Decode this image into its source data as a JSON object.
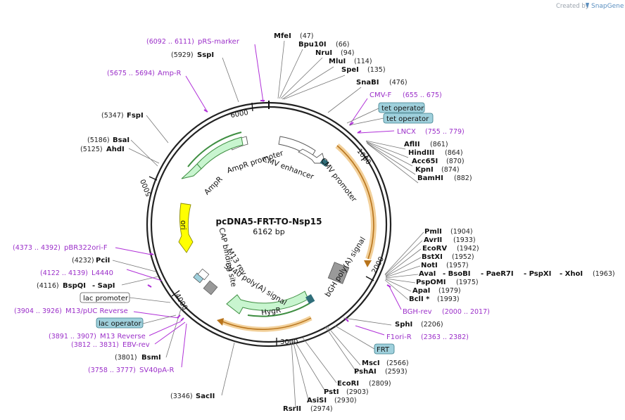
{
  "plasmid": {
    "name": "pcDNA5-FRT-TO-Nsp15",
    "length": "6162 bp"
  },
  "credit": {
    "prefix": "Created by",
    "brand": "SnapGene"
  },
  "ticks": [
    "1000",
    "2000",
    "3000",
    "4000",
    "5000",
    "6000"
  ],
  "enzymes": {
    "MfeI": {
      "name": "MfeI",
      "pos": "(47)"
    },
    "Bpu10I": {
      "name": "Bpu10I",
      "pos": "(66)"
    },
    "NruI": {
      "name": "NruI",
      "pos": "(94)"
    },
    "MluI": {
      "name": "MluI",
      "pos": "(114)"
    },
    "SpeI": {
      "name": "SpeI",
      "pos": "(135)"
    },
    "SnaBI": {
      "name": "SnaBI",
      "pos": "(476)"
    },
    "AflII": {
      "name": "AflII",
      "pos": "(861)"
    },
    "HindIII": {
      "name": "HindIII",
      "pos": "(864)"
    },
    "Acc65I": {
      "name": "Acc65I",
      "pos": "(870)"
    },
    "KpnI": {
      "name": "KpnI",
      "pos": "(874)"
    },
    "BamHI": {
      "name": "BamHI",
      "pos": "(882)"
    },
    "PmlI": {
      "name": "PmlI",
      "pos": "(1904)"
    },
    "AvrII": {
      "name": "AvrII",
      "pos": "(1933)"
    },
    "EcoRV": {
      "name": "EcoRV",
      "pos": "(1942)"
    },
    "BstXI": {
      "name": "BstXI",
      "pos": "(1952)"
    },
    "NotI": {
      "name": "NotI",
      "pos": "(1957)"
    },
    "AvaI": {
      "name": "AvaI",
      "pos": ""
    },
    "BsoBI": {
      "name": "- BsoBI",
      "pos": ""
    },
    "PaeR7I": {
      "name": "- PaeR7I",
      "pos": ""
    },
    "PspXI": {
      "name": "- PspXI",
      "pos": ""
    },
    "XhoI": {
      "name": "- XhoI",
      "pos": "(1963)"
    },
    "PspOMI": {
      "name": "PspOMI",
      "pos": "(1975)"
    },
    "ApaI": {
      "name": "ApaI",
      "pos": "(1979)"
    },
    "BclI": {
      "name": "BclI *",
      "pos": "(1993)"
    },
    "SphI": {
      "name": "SphI",
      "pos": "(2206)"
    },
    "MscI": {
      "name": "MscI",
      "pos": "(2566)"
    },
    "PshAI": {
      "name": "PshAI",
      "pos": "(2593)"
    },
    "EcoRI": {
      "name": "EcoRI",
      "pos": "(2809)"
    },
    "PstI": {
      "name": "PstI",
      "pos": "(2903)"
    },
    "AsiSI": {
      "name": "AsiSI",
      "pos": "(2930)"
    },
    "RsrII": {
      "name": "RsrII",
      "pos": "(2974)"
    },
    "SacII": {
      "name": "SacII",
      "pos": "(3346)"
    },
    "BsmI": {
      "name": "BsmI",
      "pos": "(3801)"
    },
    "BspQI": {
      "name": "BspQI",
      "pos": "(4116)"
    },
    "SapI": {
      "name": "- SapI",
      "pos": ""
    },
    "PciI": {
      "name": "PciI",
      "pos": "(4232)"
    },
    "AhdI": {
      "name": "AhdI",
      "pos": "(5125)"
    },
    "BsaI": {
      "name": "BsaI",
      "pos": "(5186)"
    },
    "FspI": {
      "name": "FspI",
      "pos": "(5347)"
    },
    "SspI": {
      "name": "SspI",
      "pos": "(5929)"
    }
  },
  "primers": {
    "pRS": {
      "name": "pRS-marker",
      "range": "(6092 .. 6111)"
    },
    "AmpR": {
      "name": "Amp-R",
      "range": "(5675 .. 5694)"
    },
    "CMVF": {
      "name": "CMV-F",
      "range": "(655 .. 675)"
    },
    "LNCX": {
      "name": "LNCX",
      "range": "(755 .. 779)"
    },
    "BGHrev": {
      "name": "BGH-rev",
      "range": "(2000 .. 2017)"
    },
    "F1oriR": {
      "name": "F1ori-R",
      "range": "(2363 .. 2382)"
    },
    "pBR322": {
      "name": "pBR322ori-F",
      "range": "(4373 .. 4392)"
    },
    "L4440": {
      "name": "L4440",
      "range": "(4122 .. 4139)"
    },
    "M13pUC": {
      "name": "M13/pUC Reverse",
      "range": "(3904 .. 3926)"
    },
    "M13Rev": {
      "name": "M13 Reverse",
      "range": "(3891 .. 3907)"
    },
    "EBVrev": {
      "name": "EBV-rev",
      "range": "(3812 .. 3831)"
    },
    "SV40pA": {
      "name": "SV40pA-R",
      "range": "(3758 .. 3777)"
    }
  },
  "boxes": {
    "tetop1": "tet operator",
    "tetop2": "tet operator",
    "lacprom": "lac promoter",
    "lacop": "lac operator",
    "frt": "FRT"
  },
  "features": {
    "ampr_promoter": "AmpR promoter",
    "ampr": "AmpR",
    "cmv_enhancer": "CMV enhancer",
    "cmv_promoter": "CMV promoter",
    "ori": "ori",
    "cap": "CAP binding site",
    "m13rev": "M13 rev",
    "sv40": "SV40 poly(A) signal",
    "hygr": "HygR",
    "bgh": "bGH poly(A) signal"
  },
  "colors": {
    "backbone": "#222222",
    "enzyme_leader": "#777777",
    "primer": "#9b2fc9",
    "ampr_fill": "#c8f5cf",
    "ampr_edge": "#3e8e41",
    "ori_fill": "#ffff00",
    "orf_orange": "#e0a040",
    "box_fill": "#9fd0dc",
    "gray_feature": "#999999"
  }
}
